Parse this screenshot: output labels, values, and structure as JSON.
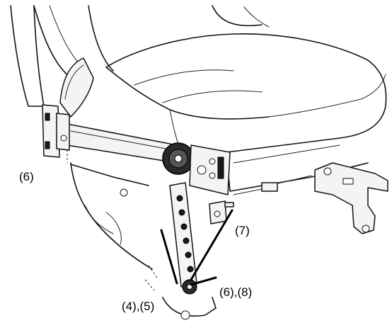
{
  "callouts": {
    "c6_left": "(6)",
    "c7": "(7)",
    "c45": "(4),(5)",
    "c68": "(6),(8)"
  }
}
